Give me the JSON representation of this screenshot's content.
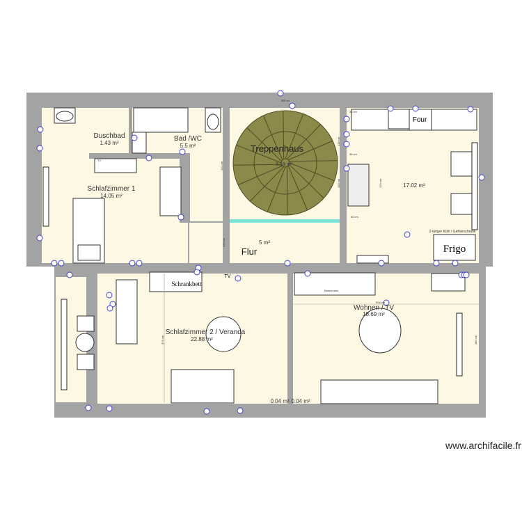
{
  "plan": {
    "rooms": [
      {
        "name": "Duschbad",
        "area": "1.43 m²"
      },
      {
        "name": "Bad /WC",
        "area": "5.5 m²"
      },
      {
        "name": "Schlafzimmer 1",
        "area": "14.05 m²"
      },
      {
        "name": "Treppenhaus",
        "area": "9.19 m²"
      },
      {
        "name": "Flur",
        "area": "5 m²"
      },
      {
        "name": "",
        "area": "17.02 m²"
      },
      {
        "name": "Schlafzimmer 2 / Veranda",
        "area": "22.88 m²"
      },
      {
        "name": "Wohnen / TV",
        "area": "18.69 m²"
      },
      {
        "name": "",
        "area": "0.04 m²"
      },
      {
        "name": "",
        "area": "0.04 m²"
      }
    ],
    "furniture": {
      "four": "Four",
      "frigo": "Frigo",
      "fridge_note": "2-türiger Kühl / Gefrierschrank",
      "schrankbett": "Schrankbett",
      "tv": "TV",
      "tv_small": "TV",
      "barschrank": "Barschrank"
    },
    "dimensions": {
      "top": "300 cm",
      "k1": "35 cm",
      "k2": "35 cm",
      "k3": "120 cm",
      "k4": "60 cm",
      "k5": "130 cm",
      "k6": "130 cm",
      "flur": "120 cm",
      "bad": "120 cm",
      "sz2": "376 cm",
      "wohnen": "504 cm",
      "wohnen_r": "180 cm"
    },
    "colors": {
      "wall": "#a3a3a3",
      "floor": "#fdf8e3",
      "stairs": "#8c8a4a",
      "socket": "#3a3acc",
      "glass": "#7fe3d8"
    }
  },
  "watermark": "www.archifacile.fr"
}
